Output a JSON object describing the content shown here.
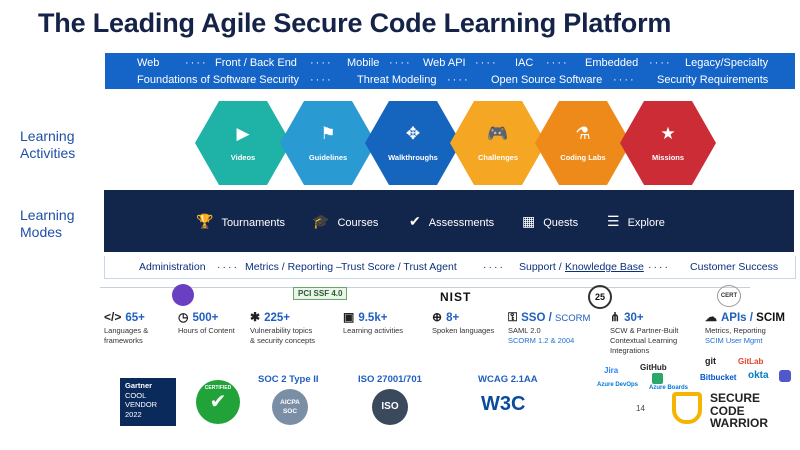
{
  "title": "The Leading Agile Secure Code Learning Platform",
  "topics_row1": [
    "Web",
    "Front / Back End",
    "Mobile",
    "Web API",
    "IAC",
    "Embedded",
    "Legacy/Specialty"
  ],
  "topics_row2": [
    "Foundations of Software Security",
    "Threat Modeling",
    "Open Source Software",
    "Security Requirements"
  ],
  "dots": "····",
  "side_labels": {
    "activities": [
      "Learning",
      "Activities"
    ],
    "modes": [
      "Learning",
      "Modes"
    ]
  },
  "activities": [
    {
      "label": "Videos",
      "icon": "video-icon",
      "glyph": "▶",
      "color": "#1fb2a6"
    },
    {
      "label": "Guidelines",
      "icon": "gift-icon",
      "glyph": "⚑",
      "color": "#2a9ad2"
    },
    {
      "label": "Walkthroughs",
      "icon": "move-icon",
      "glyph": "✥",
      "color": "#1564bd"
    },
    {
      "label": "Challenges",
      "icon": "gamepad-icon",
      "glyph": "🎮",
      "color": "#f5a623"
    },
    {
      "label": "Coding Labs",
      "icon": "flask-icon",
      "glyph": "⚗",
      "color": "#ee8a1a"
    },
    {
      "label": "Missions",
      "icon": "star-icon",
      "glyph": "★",
      "color": "#cc2c36"
    }
  ],
  "modes": [
    {
      "label": "Tournaments",
      "icon": "trophy-icon",
      "glyph": "🏆"
    },
    {
      "label": "Courses",
      "icon": "graduation-cap-icon",
      "glyph": "🎓"
    },
    {
      "label": "Assessments",
      "icon": "shield-check-icon",
      "glyph": "✔"
    },
    {
      "label": "Quests",
      "icon": "map-icon",
      "glyph": "▦"
    },
    {
      "label": "Explore",
      "icon": "list-icon",
      "glyph": "☰"
    }
  ],
  "admin_bar": {
    "administration": "Administration",
    "metrics": "Metrics / Reporting –",
    "trust": "Trust Score / Trust Agent",
    "support_prefix": "Support /",
    "knowledge_base": "Knowledge Base",
    "customer_success": "Customer Success"
  },
  "top_logos": {
    "pci": "PCI SSF 4.0",
    "nist": "NIST",
    "n25": "25",
    "cert": "CERT"
  },
  "stats": [
    {
      "icon": "code-icon",
      "glyph": "</>",
      "head": "65+",
      "lines": [
        "Languages &",
        "frameworks"
      ]
    },
    {
      "icon": "clock-icon",
      "glyph": "◷",
      "head": "500+",
      "lines": [
        "Hours of Content"
      ]
    },
    {
      "icon": "bug-icon",
      "glyph": "✱",
      "head": "225+",
      "lines": [
        "Vulnerability topics",
        "& security concepts"
      ]
    },
    {
      "icon": "robot-icon",
      "glyph": "▣",
      "head": "9.5k+",
      "lines": [
        "Learning activities"
      ]
    },
    {
      "icon": "globe-icon",
      "glyph": "⊕",
      "head": "8+",
      "lines": [
        "Spoken languages"
      ]
    },
    {
      "icon": "key-icon",
      "glyph": "⚿",
      "head": "SSO /",
      "head2": "SCORM",
      "lines": [
        "SAML 2.0"
      ],
      "blue_line": "SCORM 1.2 & 2004"
    },
    {
      "icon": "share-icon",
      "glyph": "⋔",
      "head": "30+",
      "lines": [
        "SCW & Partner-Built",
        "Contextual Learning",
        "Integrations"
      ]
    },
    {
      "icon": "cloud-icon",
      "glyph": "☁",
      "head": "APIs /",
      "head2": "SCIM",
      "lines": [
        "Metrics, Reporting"
      ],
      "blue_line": "SCIM User Mgmt"
    }
  ],
  "integrations": [
    "Jira",
    "GitHub",
    "git",
    "GitLab",
    "Bitbucket",
    "okta",
    "Azure DevOps",
    "Azure Boards"
  ],
  "certs": {
    "gartner": [
      "Gartner",
      "COOL",
      "VENDOR",
      "2022"
    ],
    "certified": "CERTIFIED",
    "soc2": "SOC 2 Type II",
    "aicpa": [
      "AICPA",
      "SOC"
    ],
    "iso": "ISO 27001/701",
    "iso_badge": "ISO",
    "wcag": "WCAG 2.1AA",
    "w3c": "W3C"
  },
  "page_number": "14",
  "brand": [
    "SECURE",
    "CODE",
    "WARRIOR"
  ],
  "colors": {
    "primary": "#1565c8",
    "navy": "#12254a",
    "title": "#152348",
    "brand_yellow": "#f5b400"
  }
}
